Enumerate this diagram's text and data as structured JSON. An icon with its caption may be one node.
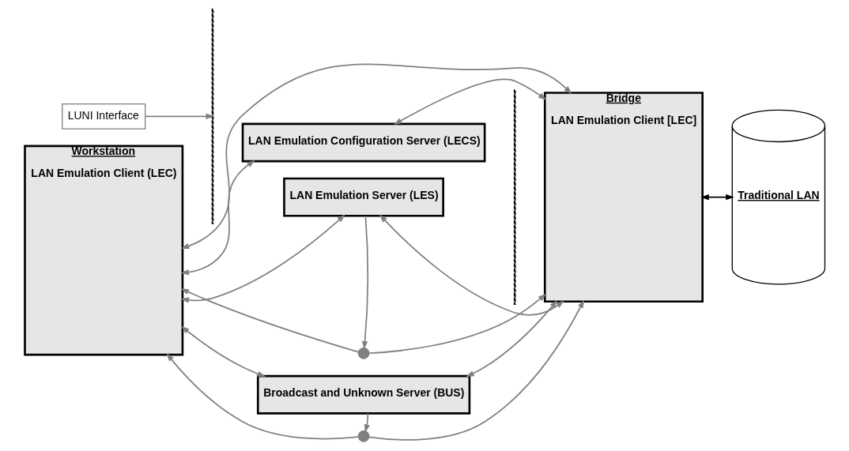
{
  "diagram": {
    "nodes": [
      {
        "text": [
          "Workstation",
          "LAN Emulation Client (LEC)"
        ]
      },
      {
        "text": [
          "LAN Emulation Configuration Server (LECS)"
        ]
      },
      {
        "text": [
          "LAN Emulation Server (LES)"
        ]
      },
      {
        "text": [],
        "shape": "circle"
      },
      {
        "text": [
          "Broadcast and Unknown Server (BUS)"
        ]
      },
      {
        "text": [],
        "shape": "circle"
      },
      {
        "text": [
          "Bridge",
          "LAN Emulation Client [LEC]"
        ]
      },
      {
        "text": [
          "Traditional LAN"
        ]
      },
      {
        "text": [
          "LUNI Interface"
        ]
      },
      {
        "text": [],
        "shape": "line"
      },
      {
        "text": [],
        "shape": "line"
      }
    ],
    "edges": [
      {
        "from": 0,
        "to": 1,
        "arrow": "both"
      },
      {
        "from": 1,
        "to": 6,
        "arrow": "both"
      },
      {
        "from": 0,
        "to": 2,
        "arrow": "both"
      },
      {
        "from": 2,
        "to": 6,
        "arrow": "both"
      },
      {
        "from": 2,
        "to": 3,
        "arrow": "to"
      },
      {
        "from": 3,
        "to": 0,
        "arrow": "to"
      },
      {
        "from": 3,
        "to": 6,
        "arrow": "to"
      },
      {
        "from": 0,
        "to": 4,
        "arrow": "both"
      },
      {
        "from": 4,
        "to": 6,
        "arrow": "both"
      },
      {
        "from": 4,
        "to": 5,
        "arrow": "to"
      },
      {
        "from": 5,
        "to": 0,
        "arrow": "to"
      },
      {
        "from": 5,
        "to": 6,
        "arrow": "to"
      },
      {
        "from": 0,
        "to": 6,
        "arrow": "both"
      },
      {
        "from": 6,
        "to": 7,
        "arrow": "both",
        "color": "#000000"
      },
      {
        "from": 8,
        "to": 9,
        "arrow": "to"
      }
    ]
  }
}
